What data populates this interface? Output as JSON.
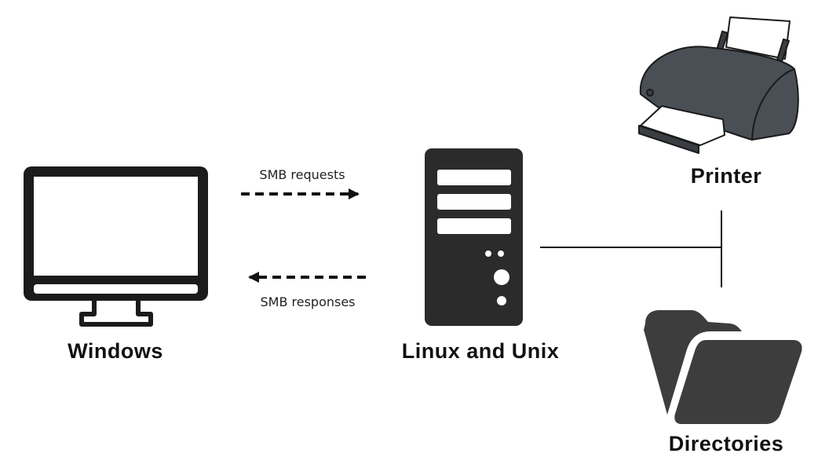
{
  "nodes": {
    "windows": {
      "label": "Windows",
      "icon": "monitor-icon"
    },
    "server": {
      "label": "Linux and Unix",
      "icon": "server-tower-icon"
    },
    "printer": {
      "label": "Printer",
      "icon": "printer-icon"
    },
    "directories": {
      "label": "Directories",
      "icon": "folder-icon"
    }
  },
  "edges": {
    "requests": {
      "label": "SMB requests",
      "direction": "windows-to-server"
    },
    "responses": {
      "label": "SMB responses",
      "direction": "server-to-windows"
    }
  },
  "colors": {
    "icon_dark": "#2b2b2b",
    "printer_body": "#4a4f55",
    "folder": "#3d3d3d"
  }
}
